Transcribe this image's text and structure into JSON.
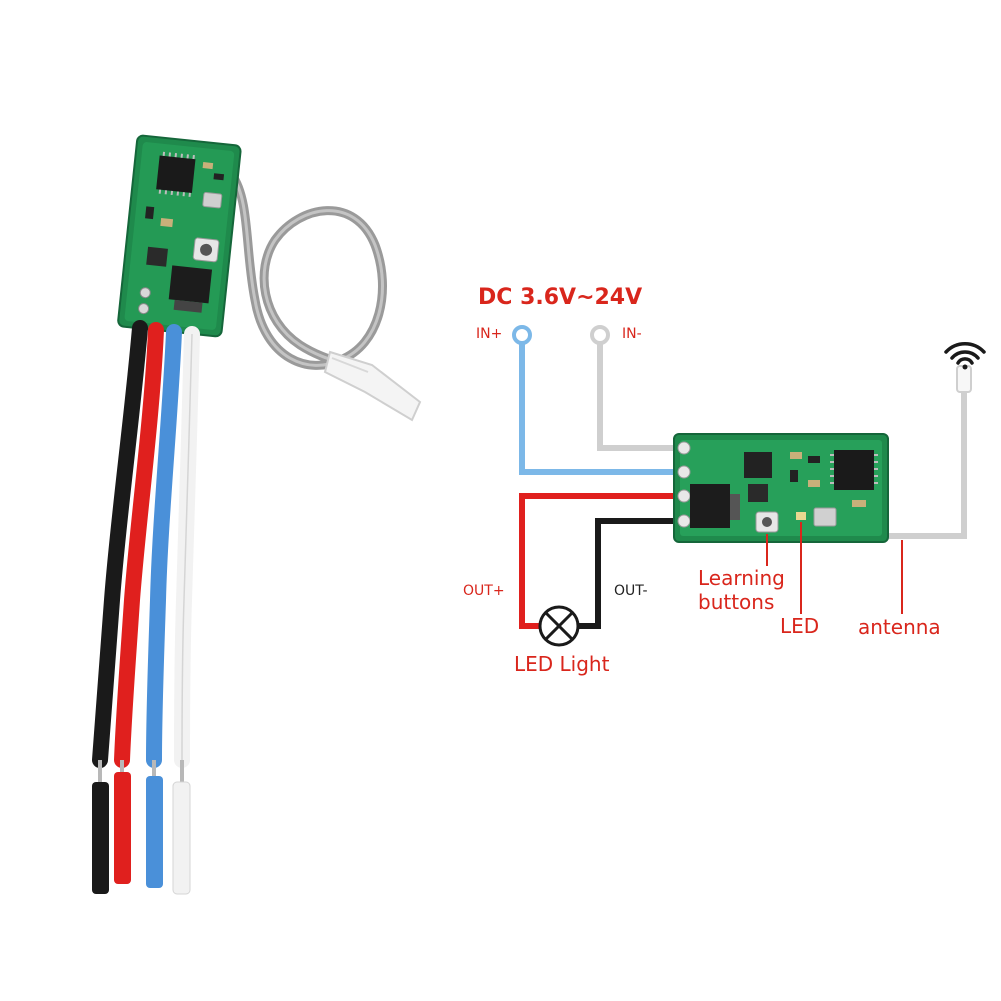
{
  "diagram": {
    "supply_label": "DC 3.6V~24V",
    "in_plus": "IN+",
    "in_minus": "IN-",
    "out_plus": "OUT+",
    "out_minus": "OUT-",
    "load_label": "LED Light",
    "learning_line1": "Learning",
    "learning_line2": "buttons",
    "led_label": "LED",
    "antenna_label": "antenna"
  },
  "colors": {
    "label_red": "#d9261c",
    "wire_black": "#1a1a1a",
    "wire_red": "#e0201e",
    "wire_blue": "#4a90d9",
    "wire_white": "#f2f2f2",
    "wire_blue_diagram": "#7cb8e8",
    "wire_gray_diagram": "#cfcfcf",
    "pcb_green": "#1f8a4c",
    "antenna_cable": "#9a9a9a"
  },
  "icons": {
    "wifi": "wifi-signal-icon",
    "lamp": "lamp-icon"
  }
}
